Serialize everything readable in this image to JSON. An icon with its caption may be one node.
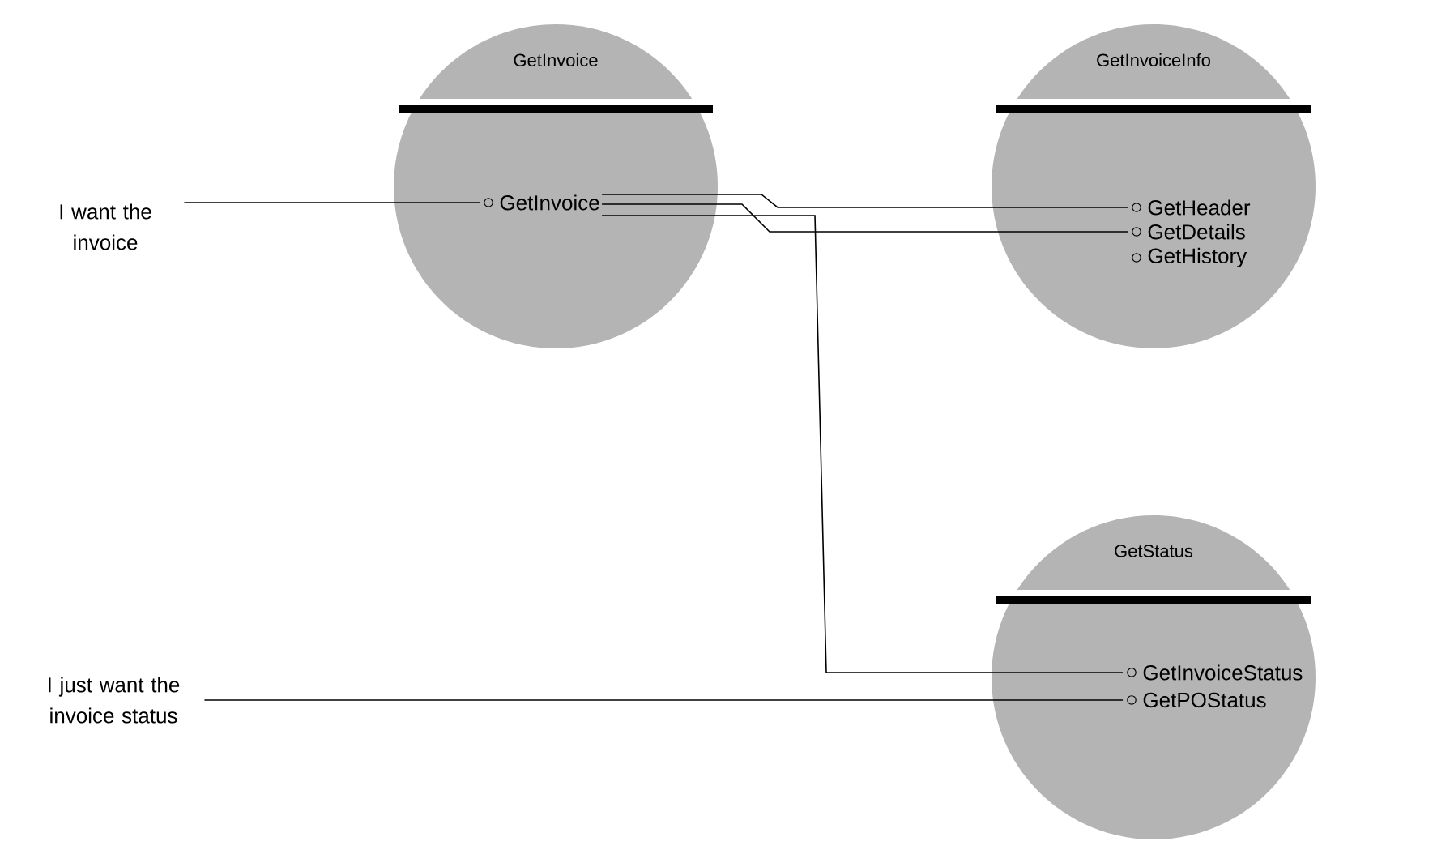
{
  "diagram": {
    "nodes": [
      {
        "text": [
          "I want the invoice"
        ]
      },
      {
        "text": [
          "GetInvoice"
        ]
      },
      {
        "text": [
          "GetInvoice"
        ],
        "in": 1
      },
      {
        "text": [
          "GetInvoiceInfo"
        ]
      },
      {
        "text": [
          "GetHeader"
        ],
        "in": 3
      },
      {
        "text": [
          "GetDetails"
        ],
        "in": 3
      },
      {
        "text": [
          "GetHistory"
        ],
        "in": 3
      },
      {
        "text": [
          "I just want the invoice status"
        ]
      },
      {
        "text": [
          "GetStatus"
        ]
      },
      {
        "text": [
          "GetInvoiceStatus"
        ],
        "in": 8
      },
      {
        "text": [
          "GetPOStatus"
        ],
        "in": 8
      }
    ],
    "edges": [
      {
        "from": 0,
        "to": 2,
        "arrow": "none"
      },
      {
        "from": 2,
        "to": 4,
        "arrow": "none"
      },
      {
        "from": 2,
        "to": 5,
        "arrow": "none"
      },
      {
        "from": 2,
        "to": 9,
        "arrow": "none"
      },
      {
        "from": 7,
        "to": 10,
        "arrow": "none"
      }
    ]
  }
}
